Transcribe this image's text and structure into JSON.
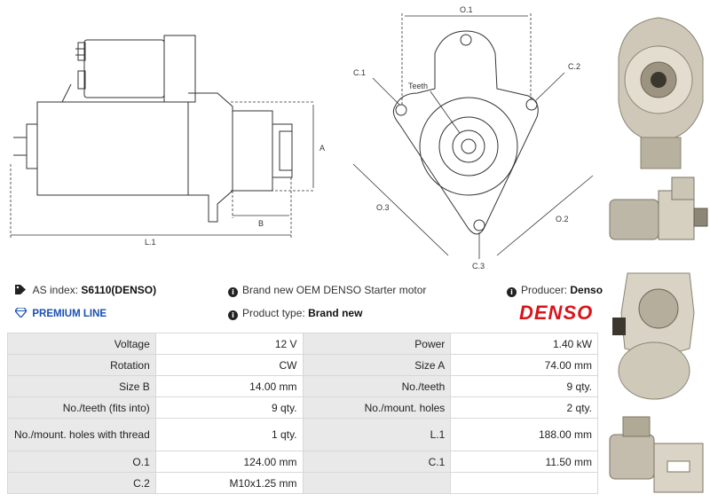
{
  "drawing": {
    "labels": {
      "o1": "O.1",
      "c1": "C.1",
      "c2": "C.2",
      "teeth": "Teeth",
      "a": "A",
      "b": "B",
      "l1": "L.1",
      "o3": "O.3",
      "o2": "O.2",
      "c3": "C.3"
    }
  },
  "info": {
    "as_index_label": "AS index:",
    "as_index_value": "S6110(DENSO)",
    "premium_line": "PREMIUM LINE",
    "description": "Brand new OEM DENSO Starter motor",
    "product_type_label": "Product type:",
    "product_type_value": "Brand new",
    "producer_label": "Producer:",
    "producer_value": "Denso",
    "brand_logo": "DENSO"
  },
  "icons": {
    "tag": "tag-icon",
    "diamond": "diamond-icon",
    "info": "info-icon"
  },
  "colors": {
    "premium": "#1a4fb4",
    "logo": "#d8141b",
    "label_cell_bg": "#e9e9e9"
  },
  "specs": {
    "rows": [
      {
        "l1": "Voltage",
        "v1": "12 V",
        "l2": "Power",
        "v2": "1.40 kW"
      },
      {
        "l1": "Rotation",
        "v1": "CW",
        "l2": "Size A",
        "v2": "74.00 mm"
      },
      {
        "l1": "Size B",
        "v1": "14.00 mm",
        "l2": "No./teeth",
        "v2": "9 qty."
      },
      {
        "l1": "No./teeth (fits into)",
        "v1": "9 qty.",
        "l2": "No./mount. holes",
        "v2": "2 qty."
      },
      {
        "l1": "No./mount. holes with thread",
        "v1": "1 qty.",
        "l2": "L.1",
        "v2": "188.00 mm"
      },
      {
        "l1": "O.1",
        "v1": "124.00 mm",
        "l2": "C.1",
        "v2": "11.50 mm"
      },
      {
        "l1": "C.2",
        "v1": "M10x1.25 mm",
        "l2": "",
        "v2": ""
      }
    ]
  }
}
